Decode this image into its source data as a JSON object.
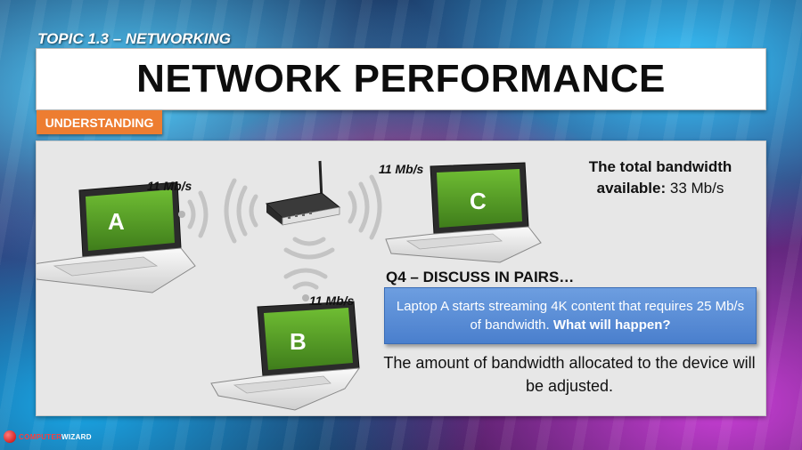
{
  "topic": "TOPIC 1.3 – NETWORKING",
  "title": "NETWORK PERFORMANCE",
  "badge": "UNDERSTANDING",
  "laptops": [
    {
      "label": "A",
      "speed": "11 Mb/s"
    },
    {
      "label": "B",
      "speed": "11 Mb/s"
    },
    {
      "label": "C",
      "speed": "11 Mb/s"
    }
  ],
  "bandwidth": {
    "line1": "The total bandwidth",
    "label": "available:",
    "value": "33 Mb/s"
  },
  "question": {
    "heading": "Q4 – DISCUSS IN PAIRS…",
    "text": "Laptop A starts streaming 4K content that requires 25 Mb/s of bandwidth. ",
    "emphasis": "What will happen?"
  },
  "answer": "The amount of bandwidth allocated to the device will be adjusted.",
  "logo": {
    "part1": "COMPUTER",
    "part2": "WIZARD"
  },
  "colors": {
    "badge": "#ed7d31",
    "question_box": "#5b8fd8",
    "screen": "#5aa02c"
  }
}
